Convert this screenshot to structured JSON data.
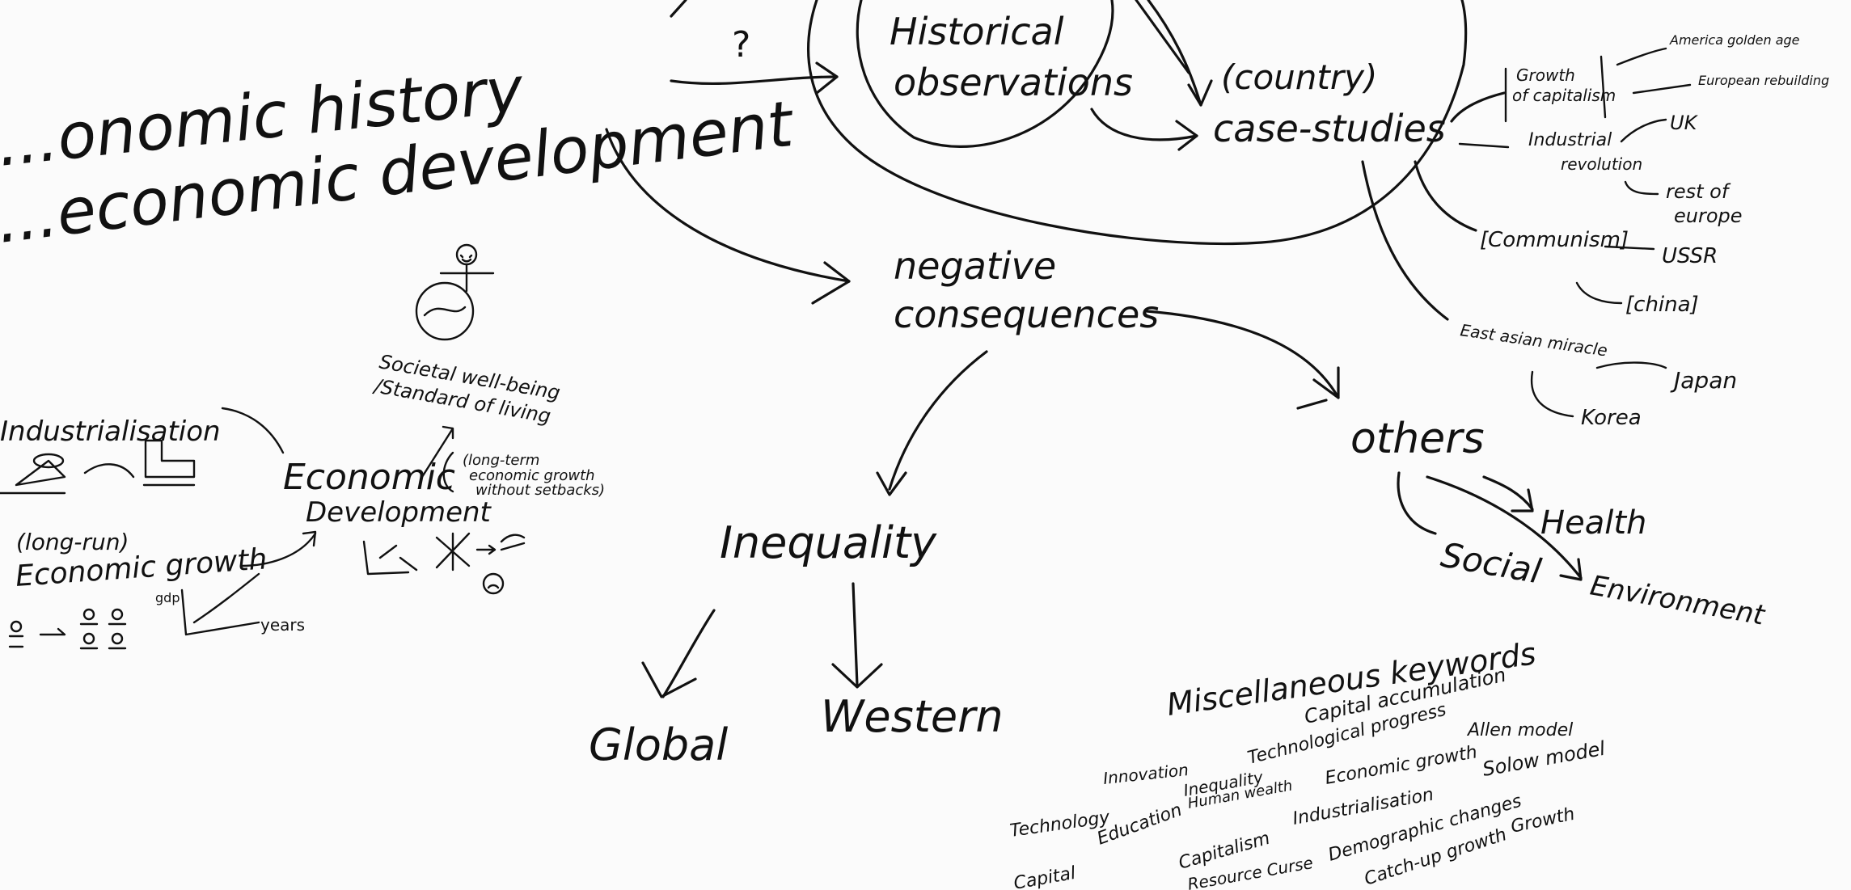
{
  "title_line1": "...onomic history",
  "title_line2": "...economic development",
  "question_mark": "?",
  "nodes": {
    "historical_line1": "Historical",
    "historical_line2": "observations",
    "case_line1": "(country)",
    "case_line2": "case-studies",
    "negative_line1": "negative",
    "negative_line2": "consequences",
    "inequality": "Inequality",
    "global": "Global",
    "western": "Western",
    "others": "others",
    "health": "Health",
    "social": "Social",
    "environment": "Environment",
    "industrialisation": "Industrialisation",
    "economic_development_1": "Economic",
    "economic_development_2": "Development",
    "economic_growth_1": "(long-run)",
    "economic_growth_2": "Economic growth",
    "societal_1": "Societal well-being",
    "societal_2": "/Standard of living",
    "longterm_1": "(long-term",
    "longterm_2": "economic growth",
    "longterm_3": "without setbacks)",
    "gdp_label": "gdp",
    "years_label": "years"
  },
  "case_studies": {
    "growth_capitalism_1": "Growth",
    "growth_capitalism_2": "of capitalism",
    "amerika": "America golden age",
    "european": "European rebuilding",
    "industrial_1": "Industrial",
    "industrial_2": "revolution",
    "uk": "UK",
    "rest_europe_1": "rest of",
    "rest_europe_2": "europe",
    "communism": "[Communism]",
    "ussr": "USSR",
    "china": "[china]",
    "east_asian": "East asian miracle",
    "japan": "Japan",
    "korea": "Korea"
  },
  "keywords": {
    "heading": "Miscellaneous keywords",
    "items": [
      "Capital accumulation",
      "Allen model",
      "Technology",
      "Innovation",
      "Technological progress",
      "Economic growth",
      "Solow model",
      "Education",
      "Inequality",
      "Human wealth",
      "Industrialisation",
      "Capitalism",
      "Demographic changes",
      "Growth",
      "Resource Curse",
      "Catch-up growth",
      "Capital"
    ]
  }
}
